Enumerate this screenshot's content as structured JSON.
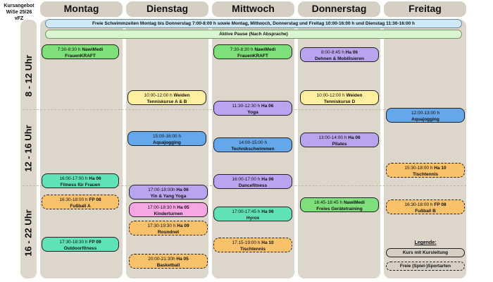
{
  "title": {
    "line1": "Kursangebot",
    "line2": "WiSe 25/26 vFZ"
  },
  "days": [
    "Montag",
    "Dienstag",
    "Mittwoch",
    "Donnerstag",
    "Freitag"
  ],
  "time_blocks": [
    "8 - 12 Uhr",
    "12 - 16 Uhr",
    "16 - 22 Uhr"
  ],
  "banners": {
    "swim": "Freie Schwimmzeiten Montag bis Donnerstag 7:00-8:00 h sowie Montag, Mittwoch, Donnerstag und Freitag 10:00-16:00 h und Dienstag 11:30-16:00 h",
    "pause": "Aktive Pause (Nach Absprache)"
  },
  "courses": [
    {
      "id": "mo1",
      "time": "7:30-8:30 h ",
      "loc": "NawiMedi",
      "name": "FrauenKRAFT"
    },
    {
      "id": "mo2",
      "time": "16:00-17:00 h ",
      "loc": "Ha 06",
      "name": "Fitness für Frauen"
    },
    {
      "id": "mo3",
      "time": "16:30-18:00 h ",
      "loc": "FP 08",
      "name": "Fußball A"
    },
    {
      "id": "mo4",
      "time": "17:30-18:30 h ",
      "loc": "FP 09",
      "name": "Outdoorfitness"
    },
    {
      "id": "di1",
      "time": "10:00-12:00 h ",
      "loc": "Weiden",
      "name": "Tenniskurse A & B"
    },
    {
      "id": "di2",
      "time": "15:00-16:00 h",
      "loc": "",
      "name": "Aquajogging"
    },
    {
      "id": "di3",
      "time": "17:00-18:00h ",
      "loc": "Ha 06",
      "name": "Yin & Yang Yoga"
    },
    {
      "id": "di4",
      "time": "17:00-18:30 h ",
      "loc": "Ha 05",
      "name": "Kinderturnen"
    },
    {
      "id": "di5",
      "time": "17:30-19:30 h ",
      "loc": "Ha 09",
      "name": "Roundnet"
    },
    {
      "id": "di6",
      "time": "20:00-21:30h ",
      "loc": "Ha 05",
      "name": "Basketball"
    },
    {
      "id": "mi1",
      "time": "7:30-8:30 h ",
      "loc": "NawiMedi",
      "name": "FrauenKRAFT"
    },
    {
      "id": "mi2",
      "time": "11:30-12:30 h ",
      "loc": "Ha 06",
      "name": "Yoga"
    },
    {
      "id": "mi3",
      "time": "14:00-15:00 h",
      "loc": "",
      "name": "Technikschwimmen"
    },
    {
      "id": "mi4",
      "time": "16:00-17:00 h ",
      "loc": "Ha 06",
      "name": "Dancefitness"
    },
    {
      "id": "mi5",
      "time": "17:00-17:45 h ",
      "loc": "Ha 06",
      "name": "Hyrox"
    },
    {
      "id": "mi6",
      "time": "17:15-19:00 h ",
      "loc": "Ha 10",
      "name": "Tischtennis"
    },
    {
      "id": "do1",
      "time": "8:00-8:45 h ",
      "loc": "Ha 06",
      "name": "Dehnen & Mobilisieren"
    },
    {
      "id": "do2",
      "time": "10:00-12:00 h ",
      "loc": "Weiden",
      "name": "Tenniskurse D"
    },
    {
      "id": "do3",
      "time": "13:00-14:00 h ",
      "loc": "Ha 06",
      "name": "Pilates"
    },
    {
      "id": "do4",
      "time": "16:45-18:45 h ",
      "loc": "NawiMedi",
      "name": "Freies Gerätetraining"
    },
    {
      "id": "fr1",
      "time": "12:00-13:00 h",
      "loc": "",
      "name": "Aquajogging"
    },
    {
      "id": "fr2",
      "time": "15:30-18:00 h ",
      "loc": "Ha 10",
      "name": "Tischtennis"
    },
    {
      "id": "fr3",
      "time": "16:30-18:00 h ",
      "loc": "FP 08",
      "name": "Fußball B"
    }
  ],
  "legend": {
    "title": "Legende:",
    "fixed": "Kurs mit Kursleitung",
    "free": "Freie (Spiel-)Sportarten"
  },
  "colors": {
    "green": "#7ee07a",
    "purple": "#b9a5ef",
    "yellow": "#fff0a0",
    "blue": "#64a7ea",
    "teal": "#5fe3b6",
    "orange": "#f9c16a",
    "pink": "#f6a6e3"
  }
}
